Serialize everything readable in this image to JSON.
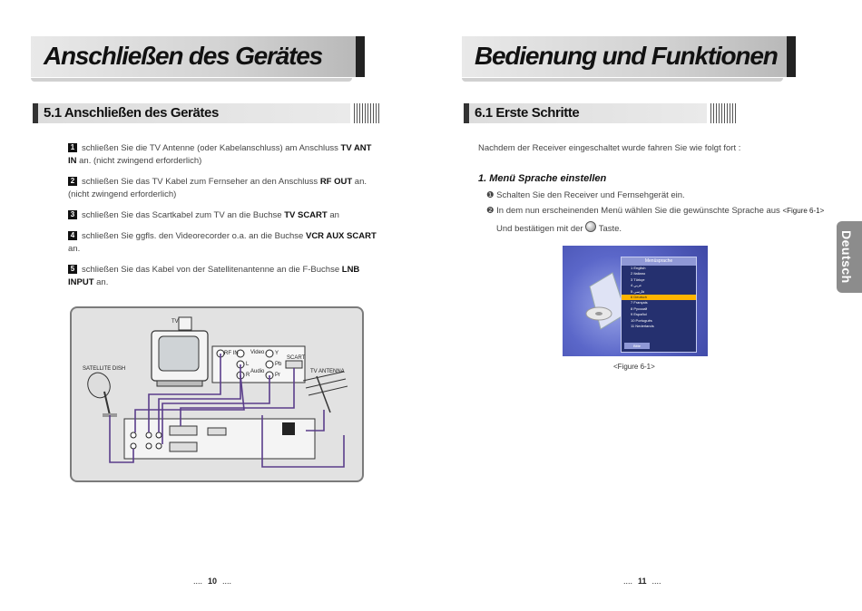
{
  "left": {
    "header_title": "Anschließen des Gerätes",
    "section_title": "5.1 Anschließen des Gerätes",
    "steps": [
      {
        "num": "1",
        "t1": "schließen Sie die TV Antenne (oder Kabelanschluss) am Anschluss ",
        "b1": "TV ANT IN",
        "t2": " an. (nicht zwingend erforderlich)",
        "b2": "",
        "t3": ""
      },
      {
        "num": "2",
        "t1": "schließen Sie das TV Kabel zum Fernseher an den Anschluss ",
        "b1": "RF OUT",
        "t2": " an. (nicht zwingend erforderlich)",
        "b2": "",
        "t3": ""
      },
      {
        "num": "3",
        "t1": "schließen Sie das Scartkabel zum TV an die Buchse ",
        "b1": "TV SCART",
        "t2": " an",
        "b2": "",
        "t3": ""
      },
      {
        "num": "4",
        "t1": "schließen Sie ggfls. den Videorecorder o.a. an die Buchse ",
        "b1": "VCR AUX SCART",
        "t2": " an.",
        "b2": "",
        "t3": ""
      },
      {
        "num": "5",
        "t1": "schließen Sie das Kabel von der Satellitenantenne an die F-Buchse ",
        "b1": "LNB INPUT",
        "t2": " an.",
        "b2": "",
        "t3": ""
      }
    ],
    "diagram": {
      "tv": "TV",
      "satellite": "SATELLITE DISH",
      "antenna": "TV ANTENNA",
      "rfin": "RF IN",
      "video": "Video",
      "audio": "Audio",
      "l": "L",
      "r": "R",
      "y": "Y",
      "pb": "Pb",
      "pr": "Pr",
      "scart": "SCART"
    },
    "page_number": "10",
    "dots": "....",
    "dots2": "...."
  },
  "right": {
    "header_title": "Bedienung und Funktionen",
    "section_title": "6.1 Erste Schritte",
    "intro": "Nachdem der Receiver eingeschaltet wurde fahren Sie wie folgt fort :",
    "menu_heading": "1. Menü Sprache einstellen",
    "line1": "❶ Schalten Sie den Receiver und Fernsehgerät ein.",
    "line2": "❷ In dem nun erscheinenden Menü wählen Sie die gewünschte Sprache aus ",
    "figref": "<Figure 6-1>",
    "line3a": "Und bestätigen mit der ",
    "line3b": " Taste.",
    "caption": "<Figure 6-1>",
    "side_tab": "Deutsch",
    "page_number": "11",
    "dots": "....",
    "dots2": "....",
    "menu": {
      "title": "Menüsprache",
      "items": [
        "1  English",
        "2  Italiano",
        "3  Türkçe",
        "4  عربي",
        "5  فارسی",
        "6  Deutsch",
        "7  Français",
        "8  Русский",
        "9  Español",
        "10  Português",
        "11  Nederlands"
      ],
      "selected_index": 5,
      "ok": "Bitte"
    }
  }
}
